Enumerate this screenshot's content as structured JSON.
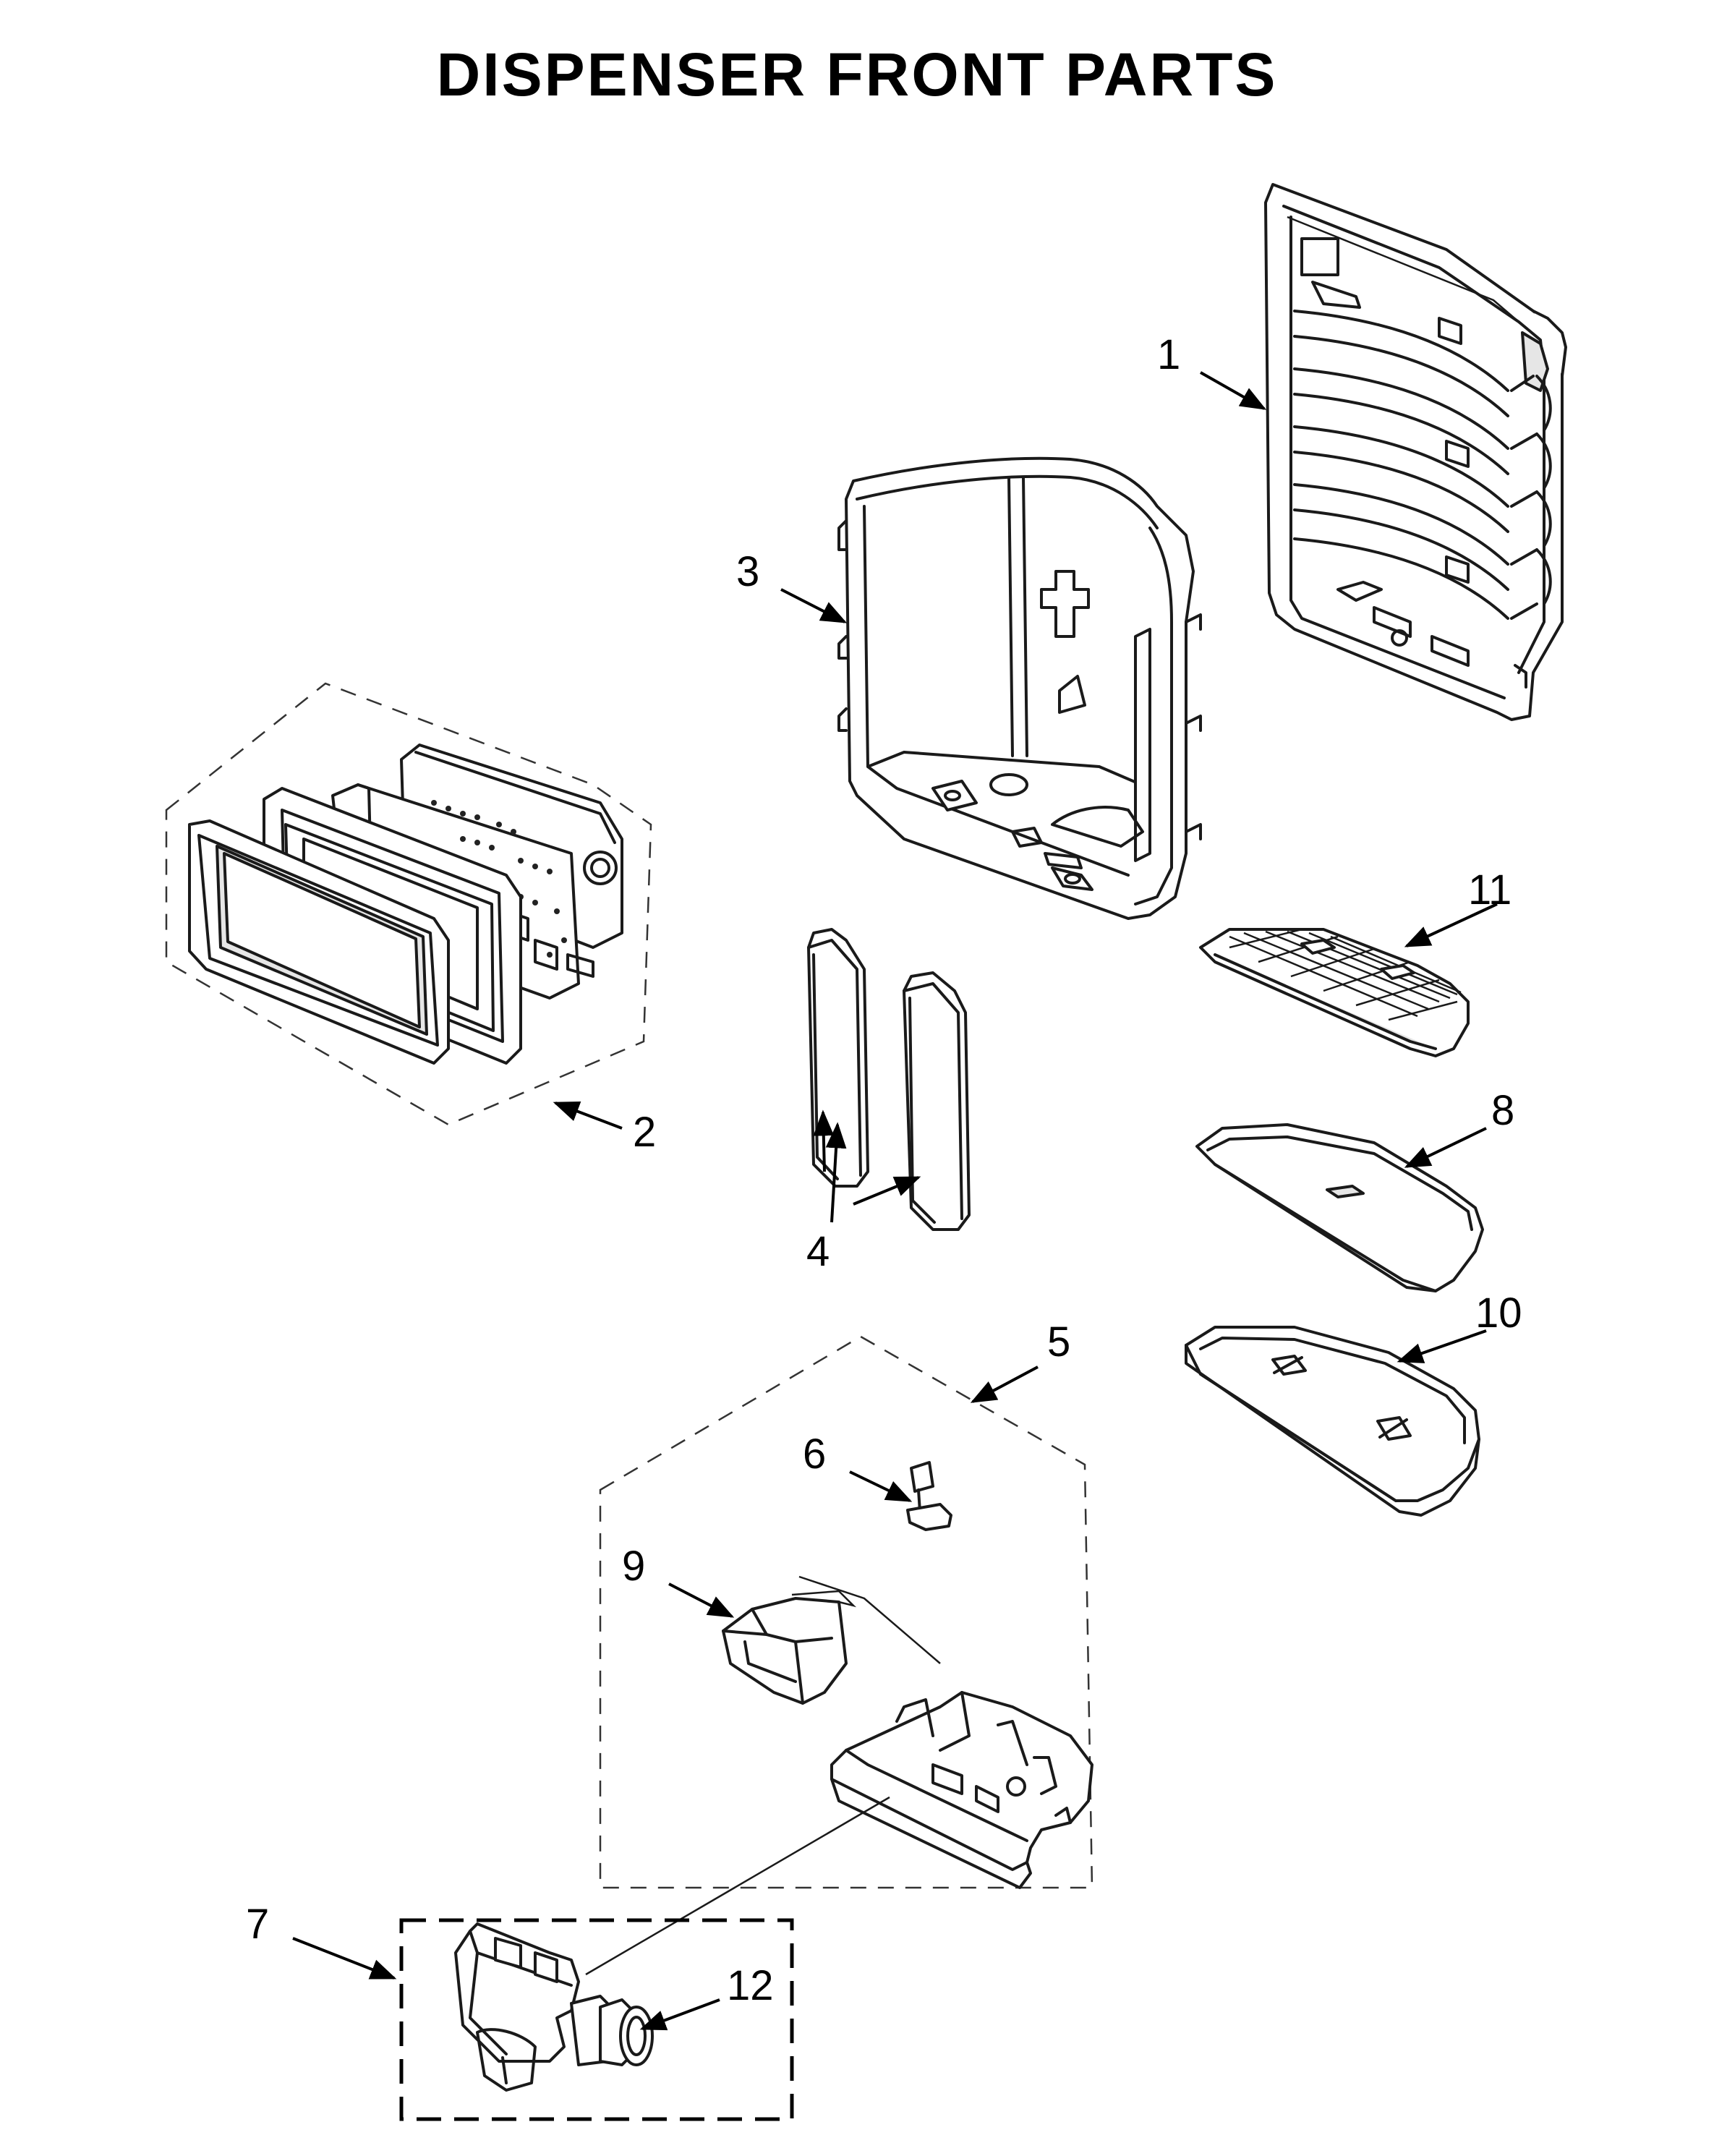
{
  "title": "DISPENSER FRONT PARTS",
  "callouts": {
    "c1": "1",
    "c2": "2",
    "c3": "3",
    "c4": "4",
    "c5": "5",
    "c6": "6",
    "c7": "7",
    "c8": "8",
    "c9": "9",
    "c10": "10",
    "c11": "11",
    "c12": "12"
  }
}
